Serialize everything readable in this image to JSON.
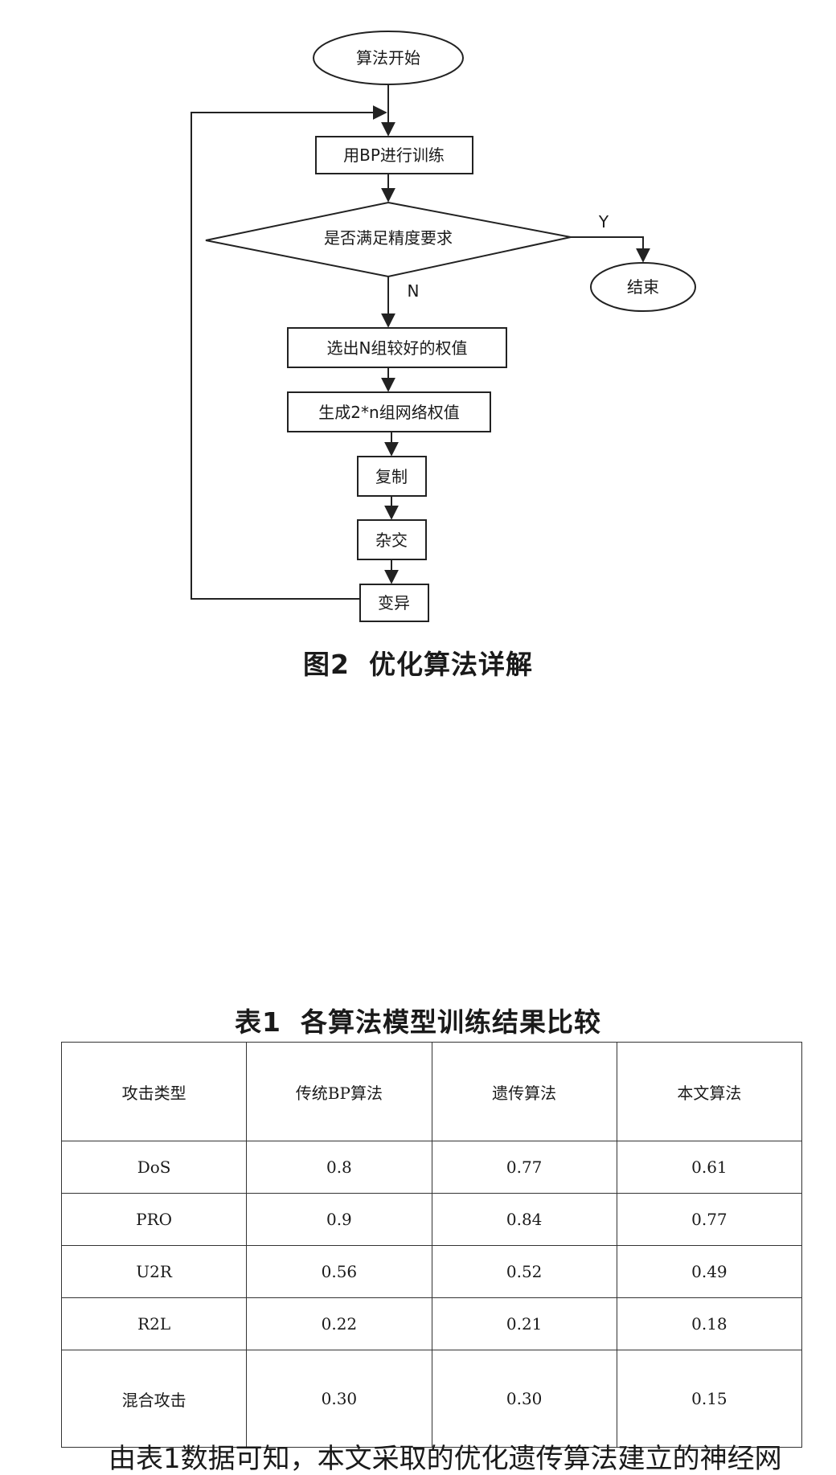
{
  "figure": {
    "caption_number": "图2",
    "caption_title": "优化算法详解",
    "nodes": {
      "start": "算法开始",
      "train": "用BP进行训练",
      "decision": "是否满足精度要求",
      "end": "结束",
      "select": "选出N组较好的权值",
      "generate": "生成2*n组网络权值",
      "copy": "复制",
      "crossover": "杂交",
      "mutation": "变异"
    },
    "edge_labels": {
      "yes": "Y",
      "no": "N"
    }
  },
  "table": {
    "caption_number": "表1",
    "caption_title": "各算法模型训练结果比较",
    "headers": [
      "攻击类型",
      "传统BP算法",
      "遗传算法",
      "本文算法"
    ],
    "rows": [
      [
        "DoS",
        "0.8",
        "0.77",
        "0.61"
      ],
      [
        "PRO",
        "0.9",
        "0.84",
        "0.77"
      ],
      [
        "U2R",
        "0.56",
        "0.52",
        "0.49"
      ],
      [
        "R2L",
        "0.22",
        "0.21",
        "0.18"
      ],
      [
        "混合攻击",
        "0.30",
        "0.30",
        "0.15"
      ]
    ]
  },
  "body_text": "由表1数据可知，本文采取的优化遗传算法建立的神经网"
}
